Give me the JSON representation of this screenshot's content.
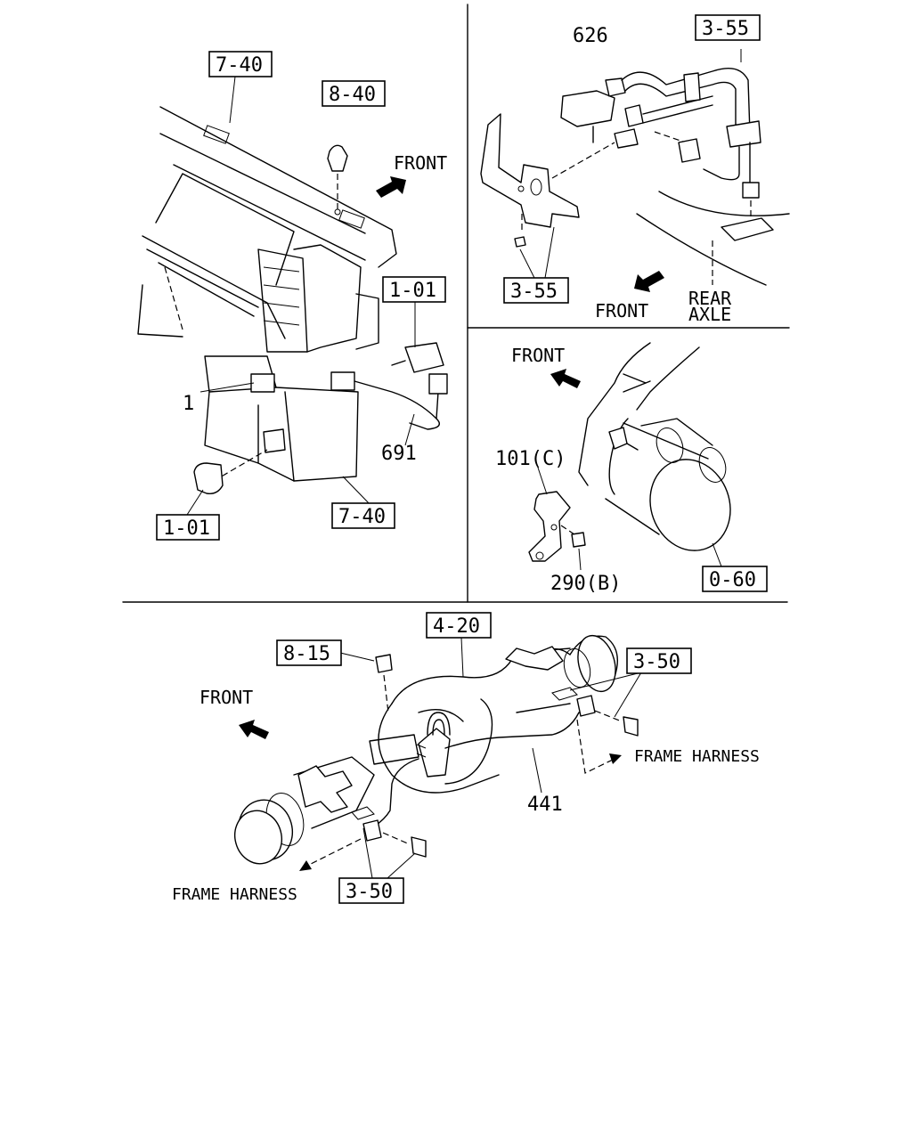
{
  "diagram": {
    "panel_top_left": {
      "ref_7_40_top": "7-40",
      "ref_8_40": "8-40",
      "front_text": "FRONT",
      "ref_1_01_switch": "1-01",
      "part_1": "1",
      "part_691": "691",
      "ref_1_01_bottom": "1-01",
      "ref_7_40_bottom": "7-40"
    },
    "panel_top_right": {
      "part_626": "626",
      "ref_3_55_top": "3-55",
      "ref_3_55_bottom": "3-55",
      "front_text": "FRONT",
      "rear_text": "REAR",
      "axle_text": "AXLE"
    },
    "panel_middle_right": {
      "front_text": "FRONT",
      "part_101c": "101(C)",
      "part_290b": "290(B)",
      "ref_0_60": "0-60"
    },
    "panel_bottom": {
      "ref_4_20": "4-20",
      "ref_8_15": "8-15",
      "ref_3_50_right": "3-50",
      "front_text": "FRONT",
      "frame_harness_right": "FRAME HARNESS",
      "part_441": "441",
      "frame_harness_left": "FRAME HARNESS",
      "ref_3_50_bottom": "3-50"
    }
  }
}
